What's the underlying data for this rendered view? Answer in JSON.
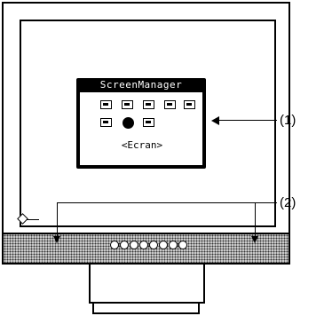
{
  "osd": {
    "title": "ScreenManager",
    "caption": "<Ecran>",
    "icons": [
      "screen-icon",
      "color-icon",
      "sound-icon",
      "powermanager-icon",
      "others-icon",
      "information-icon",
      "language-icon",
      "exit-icon"
    ]
  },
  "callouts": {
    "one": "(1)",
    "two": "(2)"
  },
  "control_buttons": [
    "button-1",
    "button-2",
    "button-3",
    "button-4",
    "button-5",
    "button-6",
    "button-7",
    "button-8"
  ]
}
